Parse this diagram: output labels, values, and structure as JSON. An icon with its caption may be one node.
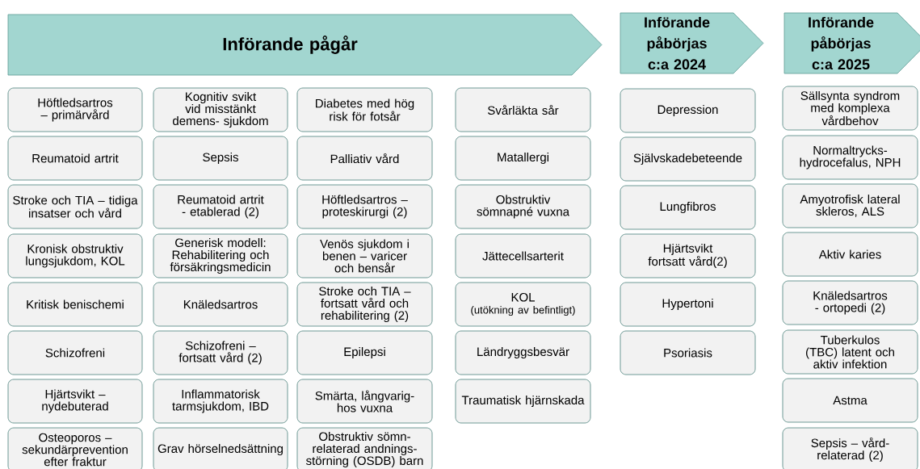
{
  "diagram": {
    "nodes": [
      {
        "text": [
          "Införande pågår"
        ]
      },
      {
        "text": [
          "Införande påbörjas c:a 2024"
        ]
      },
      {
        "text": [
          "Införande påbörjas c:a 2025"
        ]
      },
      {
        "text": [
          "Höftledsartros – primärvård"
        ]
      },
      {
        "text": [
          "Reumatoid artrit"
        ]
      },
      {
        "text": [
          "Stroke och TIA – tidiga insatser och vård"
        ]
      },
      {
        "text": [
          "Kronisk obstruktiv lungsjukdom, KOL"
        ]
      },
      {
        "text": [
          "Kritisk benischemi"
        ]
      },
      {
        "text": [
          "Schizofreni"
        ]
      },
      {
        "text": [
          "Hjärtsvikt – nydebuterad"
        ]
      },
      {
        "text": [
          "Osteoporos – sekundärprevention efter fraktur"
        ]
      },
      {
        "text": [
          "Kognitiv svikt vid misstänkt demens- sjukdom"
        ]
      },
      {
        "text": [
          "Sepsis"
        ]
      },
      {
        "text": [
          "Reumatoid artrit - etablerad (2)"
        ]
      },
      {
        "text": [
          "Generisk modell: Rehabilitering och försäkringsmedicin"
        ]
      },
      {
        "text": [
          "Knäledsartros"
        ]
      },
      {
        "text": [
          "Schizofreni – fortsatt vård (2)"
        ]
      },
      {
        "text": [
          "Inflammatorisk tarmsjukdom, IBD"
        ]
      },
      {
        "text": [
          "Grav hörselnedsättning"
        ]
      },
      {
        "text": [
          "Diabetes med hög risk för fotsår"
        ]
      },
      {
        "text": [
          "Palliativ vård"
        ]
      },
      {
        "text": [
          "Höftledsartros – proteskirurgi (2)"
        ]
      },
      {
        "text": [
          "Venös sjukdom i benen – varicer och bensår"
        ]
      },
      {
        "text": [
          "Stroke och TIA – fortsatt vård och rehabilitering (2)"
        ]
      },
      {
        "text": [
          "Epilepsi"
        ]
      },
      {
        "text": [
          "Smärta, långvarig- hos vuxna"
        ]
      },
      {
        "text": [
          "Obstruktiv sömn- relaterad andnings- störning (OSDB) barn"
        ]
      },
      {
        "text": [
          "Svårläkta sår"
        ]
      },
      {
        "text": [
          "Matallergi"
        ]
      },
      {
        "text": [
          "Obstruktiv sömnapné vuxna"
        ]
      },
      {
        "text": [
          "Jättecellsarterit"
        ]
      },
      {
        "text": [
          "KOL",
          "(utökning av befintligt)"
        ]
      },
      {
        "text": [
          "Ländryggsbesvär"
        ]
      },
      {
        "text": [
          "Traumatisk hjärnskada"
        ]
      },
      {
        "text": [
          "Depression"
        ]
      },
      {
        "text": [
          "Självskadebeteende"
        ]
      },
      {
        "text": [
          "Lungfibros"
        ]
      },
      {
        "text": [
          "Hjärtsvikt fortsatt vård(2)"
        ]
      },
      {
        "text": [
          "Hypertoni"
        ]
      },
      {
        "text": [
          "Psoriasis"
        ]
      },
      {
        "text": [
          "Sällsynta syndrom med komplexa vårdbehov"
        ]
      },
      {
        "text": [
          "Normaltrycks- hydrocefalus, NPH"
        ]
      },
      {
        "text": [
          "Amyotrofisk lateral skleros, ALS"
        ]
      },
      {
        "text": [
          "Aktiv karies"
        ]
      },
      {
        "text": [
          "Knäledsartros - ortopedi (2)"
        ]
      },
      {
        "text": [
          "Tuberkulos (TBC) latent och aktiv infektion"
        ]
      },
      {
        "text": [
          "Astma"
        ]
      },
      {
        "text": [
          "Sepsis – vård- relaterad (2)"
        ]
      }
    ]
  }
}
